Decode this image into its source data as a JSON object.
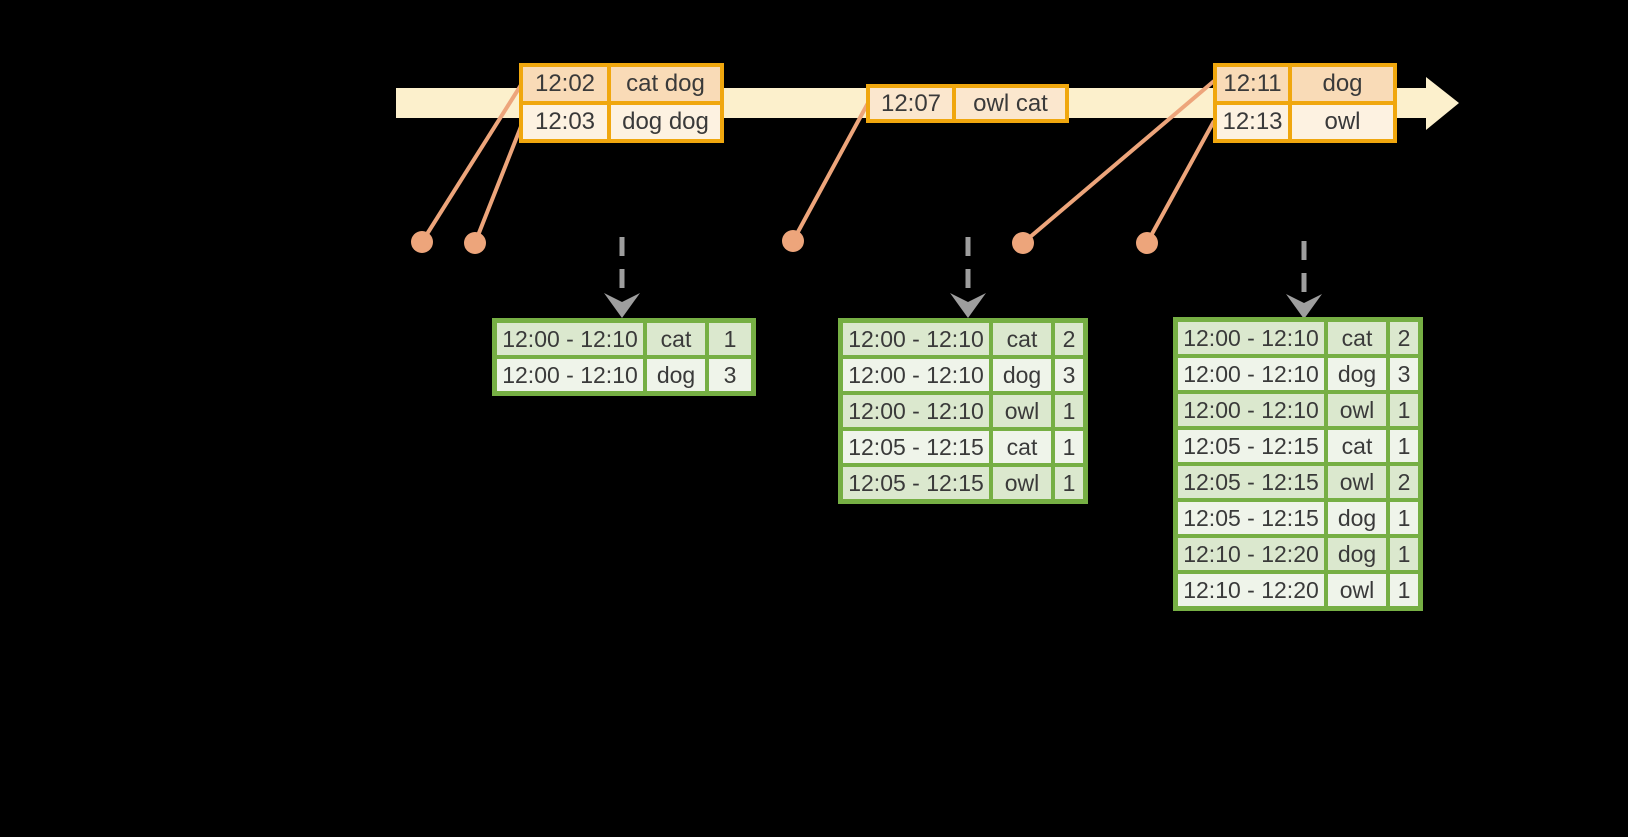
{
  "colors": {
    "timeline_fill": "#FCF0CC",
    "event_border": "#F0A70E",
    "event_row_dark": "#F9DBB7",
    "event_row_mid": "#FBE7CE",
    "event_row_light": "#FDF2E1",
    "connector": "#EDA57B",
    "dashed_arrow": "#9E9E9E",
    "result_border": "#76AF44",
    "result_row_dark": "#DBE8CE",
    "result_row_light": "#EFF4EA",
    "text": "#3A3A3A"
  },
  "event_tables": [
    {
      "rows": [
        {
          "time": "12:02",
          "words": "cat dog"
        },
        {
          "time": "12:03",
          "words": "dog dog"
        }
      ]
    },
    {
      "rows": [
        {
          "time": "12:07",
          "words": "owl cat"
        }
      ]
    },
    {
      "rows": [
        {
          "time": "12:11",
          "words": "dog"
        },
        {
          "time": "12:13",
          "words": "owl"
        }
      ]
    }
  ],
  "result_tables": [
    {
      "rows": [
        {
          "window": "12:00 - 12:10",
          "word": "cat",
          "count": "1"
        },
        {
          "window": "12:00 - 12:10",
          "word": "dog",
          "count": "3"
        }
      ]
    },
    {
      "rows": [
        {
          "window": "12:00 - 12:10",
          "word": "cat",
          "count": "2"
        },
        {
          "window": "12:00 - 12:10",
          "word": "dog",
          "count": "3"
        },
        {
          "window": "12:00 - 12:10",
          "word": "owl",
          "count": "1"
        },
        {
          "window": "12:05 - 12:15",
          "word": "cat",
          "count": "1"
        },
        {
          "window": "12:05 - 12:15",
          "word": "owl",
          "count": "1"
        }
      ]
    },
    {
      "rows": [
        {
          "window": "12:00 - 12:10",
          "word": "cat",
          "count": "2"
        },
        {
          "window": "12:00 - 12:10",
          "word": "dog",
          "count": "3"
        },
        {
          "window": "12:00 - 12:10",
          "word": "owl",
          "count": "1"
        },
        {
          "window": "12:05 - 12:15",
          "word": "cat",
          "count": "1"
        },
        {
          "window": "12:05 - 12:15",
          "word": "owl",
          "count": "2"
        },
        {
          "window": "12:05 - 12:15",
          "word": "dog",
          "count": "1"
        },
        {
          "window": "12:10 - 12:20",
          "word": "dog",
          "count": "1"
        },
        {
          "window": "12:10 - 12:20",
          "word": "owl",
          "count": "1"
        }
      ]
    }
  ]
}
